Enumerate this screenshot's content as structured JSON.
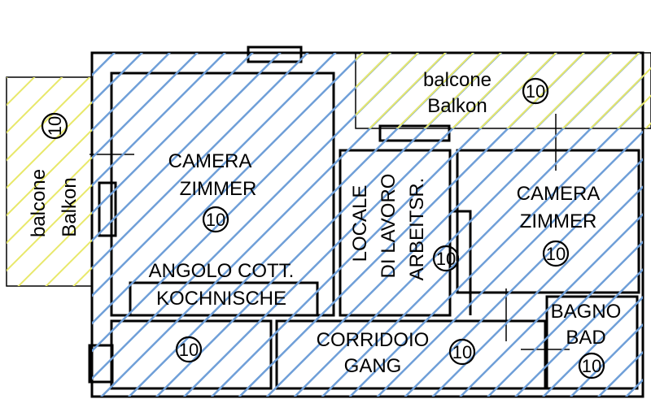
{
  "colors": {
    "room_hatch": "#6f9fd8",
    "balcony_hatch": "#e8e86a",
    "walls": "#000000"
  },
  "rooms": {
    "camera_left": {
      "line1": "CAMERA",
      "line2": "ZIMMER",
      "code": "10"
    },
    "angolo": {
      "line1": "ANGOLO COTT.",
      "line2": "KOCHNISCHE"
    },
    "bottom_left": {
      "code": "10"
    },
    "locale": {
      "line1": "LOCALE",
      "line2": "DI LAVORO",
      "line3": "ARBEITSR.",
      "code": "10"
    },
    "camera_right": {
      "line1": "CAMERA",
      "line2": "ZIMMER",
      "code": "10"
    },
    "bagno": {
      "line1": "BAGNO",
      "line2": "BAD",
      "code": "10"
    },
    "corridoio": {
      "line1": "CORRIDOIO",
      "line2": "GANG",
      "code": "10"
    },
    "balcone_top": {
      "line1": "balcone",
      "line2": "Balkon",
      "code": "10"
    },
    "balcone_left": {
      "line1": "balcone",
      "line2": "Balkon",
      "code": "10"
    }
  }
}
